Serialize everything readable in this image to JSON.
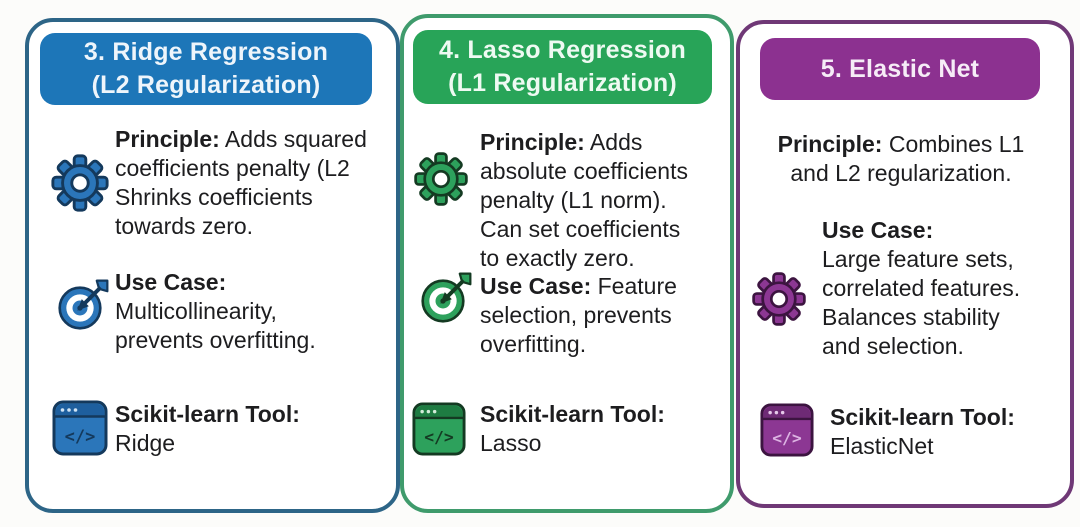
{
  "page": {
    "background": "#fcfcfa",
    "text_color": "#1d1d1f"
  },
  "cards": [
    {
      "id": "ridge-regression",
      "title_lines": [
        "3. Ridge Regression",
        "(L2 Regularization)"
      ],
      "colors": {
        "header_bg": "#1d76b8",
        "header_text": "#eef5fb",
        "border": "#2d6587",
        "icon_fill": "#2b76ba",
        "icon_stroke": "#14395c",
        "icon_bar": "#1e5f9e",
        "icon_dots": "#cfe3f4",
        "code_color": "#14395c"
      },
      "principle": {
        "label": "Principle:",
        "rest": " Adds squared",
        "lines": [
          "coefficients penalty (L2",
          "Shrinks coefficients",
          "towards zero."
        ]
      },
      "use_case": {
        "label": "Use Case:",
        "rest": "",
        "lines": [
          "Multicollinearity,",
          "prevents overfitting."
        ]
      },
      "tool": {
        "label": "Scikit-learn Tool:",
        "name": "Ridge"
      }
    },
    {
      "id": "lasso-regression",
      "title_lines": [
        "4. Lasso Regression",
        "(L1 Regularization)"
      ],
      "colors": {
        "header_bg": "#28a458",
        "header_text": "#eefaf2",
        "border": "#3f9b6c",
        "icon_fill": "#2da15c",
        "icon_stroke": "#143a22",
        "icon_bar": "#1e7c42",
        "icon_dots": "#d2ecd9",
        "code_color": "#143a22"
      },
      "principle": {
        "label": "Principle:",
        "rest": " Adds",
        "lines": [
          "absolute coefficients",
          "penalty (L1 norm).",
          "Can set coefficients",
          "to exactly zero."
        ]
      },
      "use_case": {
        "label": "Use Case:",
        "rest": " Feature",
        "lines": [
          "selection, prevents",
          "overfitting."
        ]
      },
      "tool": {
        "label": "Scikit-learn Tool:",
        "name": "Lasso"
      }
    },
    {
      "id": "elastic-net",
      "title_lines": [
        "5. Elastic Net"
      ],
      "colors": {
        "header_bg": "#8c3190",
        "header_text": "#f6ecf7",
        "border": "#6f3876",
        "icon_fill": "#8c3793",
        "icon_stroke": "#3c1440",
        "icon_bar": "#6e2a75",
        "icon_dots": "#e6c9ea",
        "code_color": "#dcb3e2"
      },
      "principle": {
        "label": "Principle:",
        "rest": " Combines L1",
        "lines": [
          "and L2 regularization."
        ]
      },
      "use_case": {
        "label": "Use Case:",
        "rest": "",
        "lines": [
          "Large feature sets,",
          "correlated features.",
          "Balances stability",
          "and selection."
        ]
      },
      "tool": {
        "label": "Scikit-learn Tool:",
        "name": "ElasticNet"
      }
    }
  ]
}
